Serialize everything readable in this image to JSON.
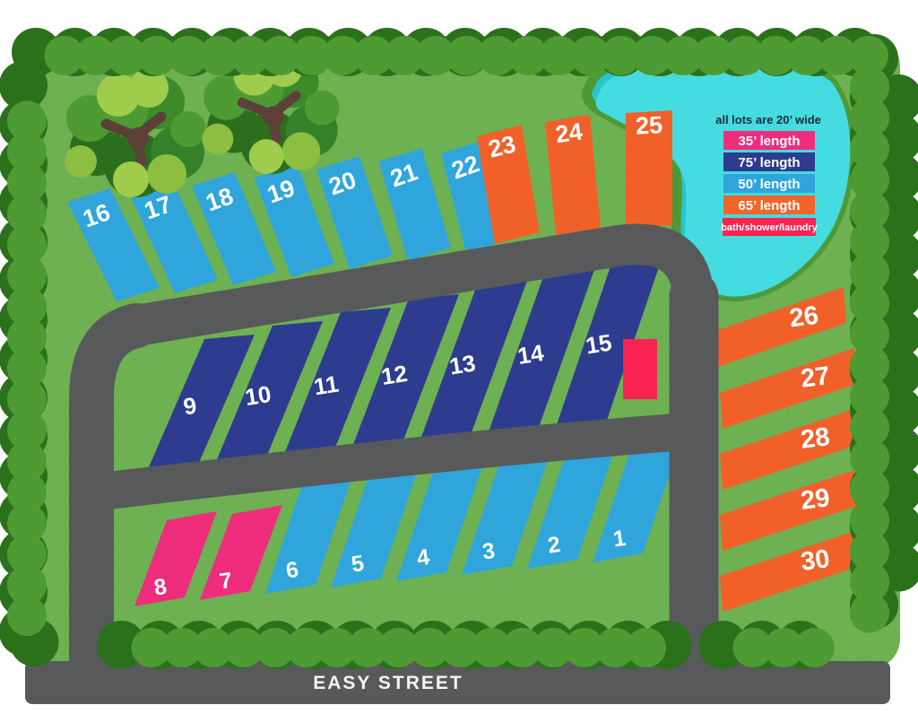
{
  "map": {
    "street_label": "EASY STREET",
    "legend": {
      "note": "all lots are 20’ wide",
      "items": [
        {
          "label": "35’ length",
          "color": "#ee2d7c"
        },
        {
          "label": "75’ length",
          "color": "#2d3c8e"
        },
        {
          "label": "50’ length",
          "color": "#2fa5dc"
        },
        {
          "label": "65’ length",
          "color": "#f2652a"
        },
        {
          "label": "bath/shower/laundry",
          "color": "#fb2351"
        }
      ]
    },
    "palette": {
      "pink": "#ee2d7c",
      "navy": "#2d3c8e",
      "blue": "#2fa5dc",
      "orange": "#f2602a",
      "bath_red": "#fb2351",
      "road": "#58595b",
      "grass": "#6eb152",
      "pond_deep": "#28c5ce",
      "pond_light": "#44dce0",
      "pond_rim": "#4d9935",
      "hedge_dark": "#2b711c",
      "hedge_light": "#4e9b33"
    },
    "lots": [
      {
        "number": "1",
        "length": "50’"
      },
      {
        "number": "2",
        "length": "50’"
      },
      {
        "number": "3",
        "length": "50’"
      },
      {
        "number": "4",
        "length": "50’"
      },
      {
        "number": "5",
        "length": "50’"
      },
      {
        "number": "6",
        "length": "50’"
      },
      {
        "number": "7",
        "length": "35’"
      },
      {
        "number": "8",
        "length": "35’"
      },
      {
        "number": "9",
        "length": "75’"
      },
      {
        "number": "10",
        "length": "75’"
      },
      {
        "number": "11",
        "length": "75’"
      },
      {
        "number": "12",
        "length": "75’"
      },
      {
        "number": "13",
        "length": "75’"
      },
      {
        "number": "14",
        "length": "75’"
      },
      {
        "number": "15",
        "length": "75’"
      },
      {
        "number": "16",
        "length": "50’"
      },
      {
        "number": "17",
        "length": "50’"
      },
      {
        "number": "18",
        "length": "50’"
      },
      {
        "number": "19",
        "length": "50’"
      },
      {
        "number": "20",
        "length": "50’"
      },
      {
        "number": "21",
        "length": "50’"
      },
      {
        "number": "22",
        "length": "50’"
      },
      {
        "number": "23",
        "length": "65’"
      },
      {
        "number": "24",
        "length": "65’"
      },
      {
        "number": "25",
        "length": "65’"
      },
      {
        "number": "26",
        "length": "65’"
      },
      {
        "number": "27",
        "length": "65’"
      },
      {
        "number": "28",
        "length": "65’"
      },
      {
        "number": "29",
        "length": "65’"
      },
      {
        "number": "30",
        "length": "65’"
      }
    ]
  }
}
